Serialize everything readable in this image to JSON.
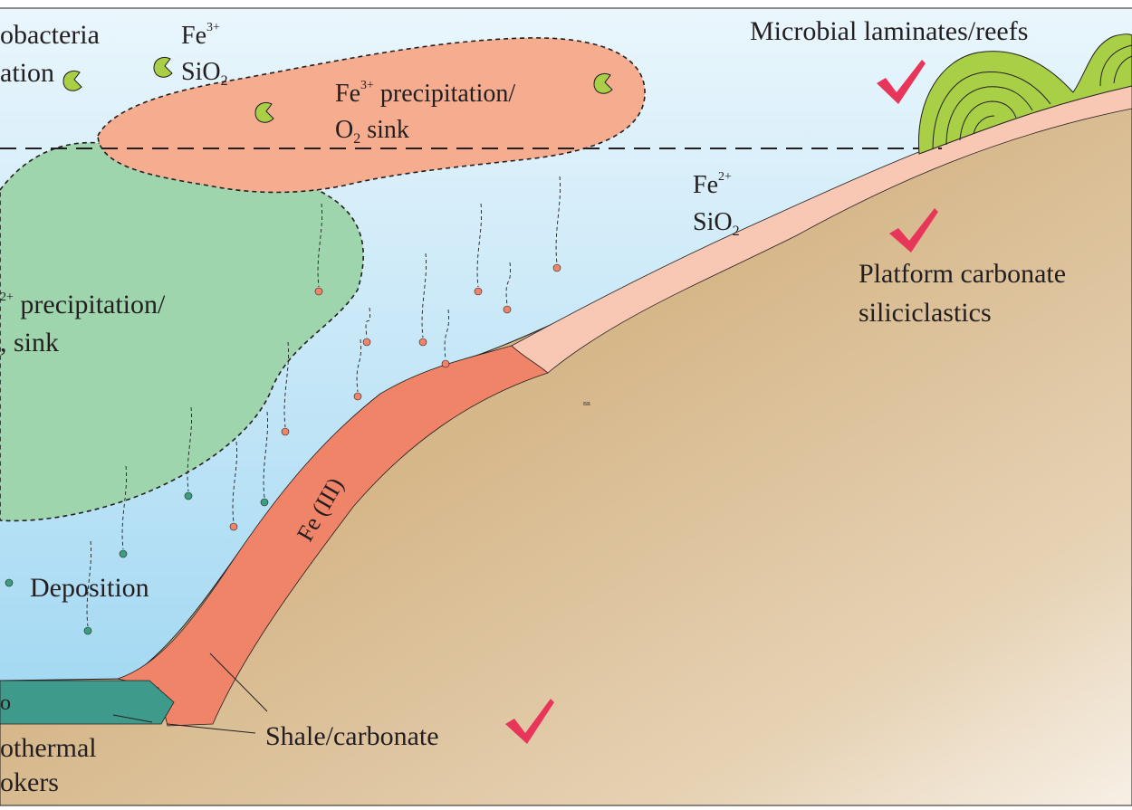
{
  "labels": {
    "cyanobacteria_line1": "obacteria",
    "cyanobacteria_line2": "ation",
    "fe3_top": "Fe",
    "fe3_top_sup": "3+",
    "sio2_top": "SiO",
    "sio2_top_sub": "2",
    "fe3_precip_line1_fe": "Fe",
    "fe3_precip_line1_sup": "3+",
    "fe3_precip_line1_rest": " precipitation/",
    "fe3_precip_line2_o": "O",
    "fe3_precip_line2_sub": "2",
    "fe3_precip_line2_rest": " sink",
    "fe2_precip_line1_sup": "2+",
    "fe2_precip_line1_rest": " precipitation/",
    "fe2_precip_line2": ", sink",
    "fe2_right": "Fe",
    "fe2_right_sup": "2+",
    "sio2_right": "SiO",
    "sio2_right_sub": "2",
    "microbial": "Microbial laminates/reefs",
    "platform_line1": "Platform carbonate",
    "platform_line2": "siliciclastics",
    "deposition": "Deposition",
    "fe3_band": "Fe (III)",
    "shale": "Shale/carbonate",
    "hydro_line1": "othermal",
    "hydro_line2": "okers",
    "hydro_marker": "o",
    "watermark": "BR"
  },
  "colors": {
    "sea_top": "#e6f4fb",
    "sea_bottom": "#9fd7f2",
    "seabed": "#d8b98c",
    "seabed_light": "#f4ece0",
    "fe3_cloud": "#f6ac8f",
    "fe2_cloud": "#9fd5ad",
    "fe3_band": "#f08468",
    "platform_band": "#f9c8b5",
    "reef": "#a8cf45",
    "vent": "#3e9a8b",
    "check": "#e8355a",
    "orange_particle": "#f08468",
    "green_particle": "#3b9e80"
  },
  "icons": [
    "cyanobacteria-icon",
    "check-icon"
  ]
}
